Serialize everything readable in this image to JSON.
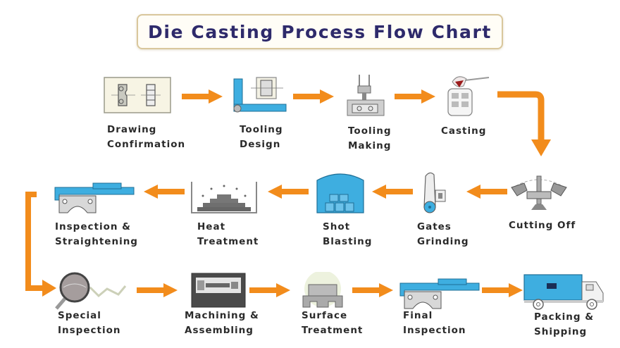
{
  "title": "Die Casting Process Flow Chart",
  "colors": {
    "arrow": "#f28c1c",
    "accent_blue": "#3eaee0",
    "title_text": "#2e2a6b",
    "title_border": "#d9c79c",
    "label_text": "#2a2a2a",
    "icon_gray": "#8a8a8a"
  },
  "flow_direction": [
    "row1: left-to-right",
    "row2: right-to-left",
    "row3: left-to-right"
  ],
  "steps": [
    {
      "order": 1,
      "icon": "blueprint-drawing-icon",
      "line1": "Drawing",
      "line2": "Confirmation"
    },
    {
      "order": 2,
      "icon": "tooling-design-icon",
      "line1": "Tooling",
      "line2": "Design"
    },
    {
      "order": 3,
      "icon": "milling-machine-icon",
      "line1": "Tooling",
      "line2": "Making"
    },
    {
      "order": 4,
      "icon": "ladle-pouring-icon",
      "line1": "Casting",
      "line2": ""
    },
    {
      "order": 5,
      "icon": "cutting-saw-icon",
      "line1": "Cutting Off",
      "line2": ""
    },
    {
      "order": 6,
      "icon": "grinding-wheel-icon",
      "line1": "Gates",
      "line2": "Grinding"
    },
    {
      "order": 7,
      "icon": "blasting-chamber-icon",
      "line1": "Shot",
      "line2": "Blasting"
    },
    {
      "order": 8,
      "icon": "heat-furnace-icon",
      "line1": "Heat",
      "line2": "Treatment"
    },
    {
      "order": 9,
      "icon": "caliper-gauge-icon",
      "line1": "Inspection &",
      "line2": "Straightening"
    },
    {
      "order": 10,
      "icon": "magnifier-icon",
      "line1": "Special",
      "line2": "Inspection"
    },
    {
      "order": 11,
      "icon": "cnc-lathe-icon",
      "line1": "Machining &",
      "line2": "Assembling"
    },
    {
      "order": 12,
      "icon": "surface-spray-icon",
      "line1": "Surface",
      "line2": "Treatment"
    },
    {
      "order": 13,
      "icon": "caliper-gauge-icon",
      "line1": "Final",
      "line2": "Inspection"
    },
    {
      "order": 14,
      "icon": "delivery-truck-icon",
      "line1": "Packing &",
      "line2": "Shipping"
    }
  ]
}
